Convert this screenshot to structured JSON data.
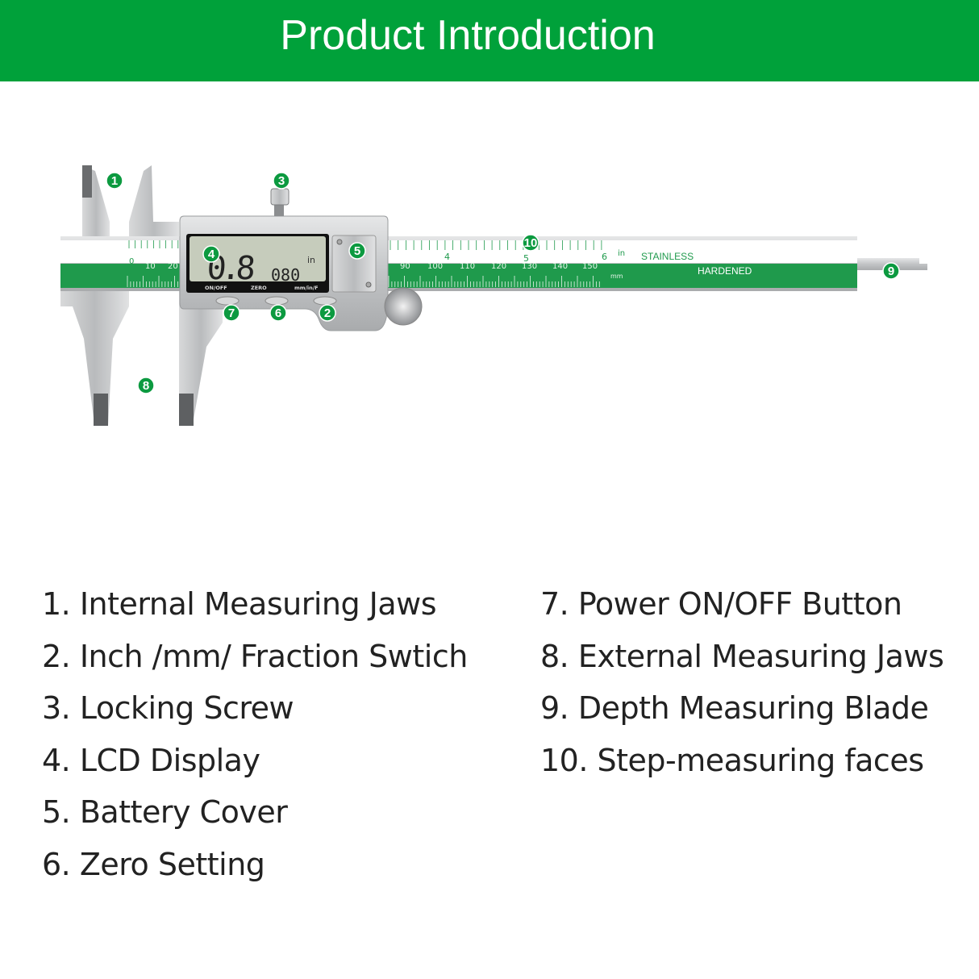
{
  "header": {
    "title": "Product Introduction"
  },
  "colors": {
    "brand_green": "#00a13a",
    "scale_green": "#1f9a4c",
    "steel": "#c9cbcd"
  },
  "caliper": {
    "lcd": {
      "main_reading": "0.8",
      "sub_reading": "080",
      "unit": "in",
      "labels": [
        "ON/OFF",
        "ZERO",
        "mm/in/F"
      ]
    },
    "scale_mm": [
      "0",
      "10",
      "20",
      "90",
      "100",
      "110",
      "120",
      "130",
      "140",
      "150"
    ],
    "scale_in": [
      "4",
      "5",
      "6"
    ],
    "unit_in": "in",
    "unit_mm": "mm",
    "engraving": [
      "STAINLESS",
      "HARDENED"
    ],
    "markers": [
      "1",
      "2",
      "3",
      "4",
      "5",
      "6",
      "7",
      "8",
      "9",
      "10"
    ]
  },
  "legend": {
    "left": [
      "1. Internal Measuring Jaws",
      "2. Inch /mm/ Fraction Swtich",
      "3. Locking Screw",
      "4. LCD Display",
      "5. Battery Cover",
      "6. Zero Setting"
    ],
    "right": [
      "7. Power ON/OFF Button",
      "8. External Measuring Jaws",
      "9. Depth Measuring Blade",
      "10. Step-measuring faces"
    ]
  }
}
